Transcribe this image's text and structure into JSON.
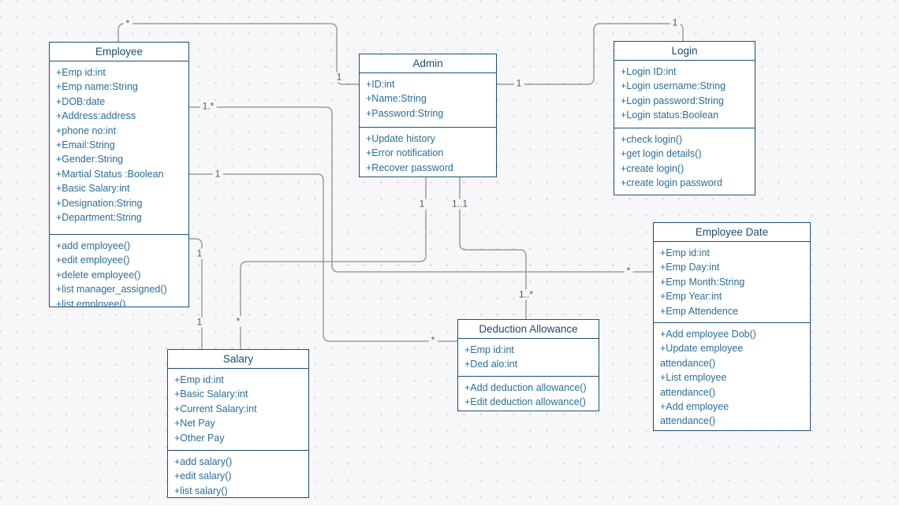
{
  "diagram": {
    "type": "uml-class-diagram",
    "classes": [
      {
        "title": "Employee",
        "attributes": [
          "+Emp id:int",
          "+Emp name:String",
          "+DOB:date",
          "+Address:address",
          "+phone no:int",
          "+Email:String",
          "+Gender:String",
          "+Martial Status :Boolean",
          "+Basic Salary:int",
          "+Designation:String",
          "+Department:String"
        ],
        "methods": [
          "+add employee()",
          "+edit employee()",
          "+delete employee()",
          "+list manager_assigned()",
          "+list employee()"
        ]
      },
      {
        "title": "Admin",
        "attributes": [
          "+ID:int",
          "+Name:String",
          "+Password:String"
        ],
        "methods": [
          "+Update history",
          "+Error notification",
          "+Recover password"
        ]
      },
      {
        "title": "Login",
        "attributes": [
          "+Login ID:int",
          "+Login username:String",
          "+Login password:String",
          "+Login status:Boolean"
        ],
        "methods": [
          "+check login()",
          "+get login details()",
          "+create login()",
          "+create login password"
        ]
      },
      {
        "title": "Employee Date",
        "attributes": [
          "+Emp id:int",
          "+Emp Day:int",
          "+Emp Month:String",
          "+Emp Year:int",
          "+Emp Attendence"
        ],
        "methods": [
          "+Add employee Dob()",
          "+Update employee attendance()",
          "+List employee attendance()",
          "+Add employee attendance()"
        ]
      },
      {
        "title": "Deduction Allowance",
        "attributes": [
          "+Emp id:int",
          "+Ded alo:int"
        ],
        "methods": [
          "+Add deduction allowance()",
          "+Edit deduction allowance()"
        ]
      },
      {
        "title": "Salary",
        "attributes": [
          "+Emp id:int",
          "+Basic Salary:int",
          "+Current Salary:int",
          "+Net Pay",
          "+Other Pay"
        ],
        "methods": [
          "+add salary()",
          "+edit salary()",
          "+list salary()"
        ]
      }
    ],
    "associations": [
      {
        "from": "Employee",
        "to": "Admin",
        "from_label": "*",
        "to_label": "1"
      },
      {
        "from": "Admin",
        "to": "Login",
        "from_label": "1",
        "to_label": "1"
      },
      {
        "from": "Employee",
        "to": "Employee Date",
        "from_label": "1.*",
        "to_label": "*"
      },
      {
        "from": "Employee",
        "to": "Deduction Allowance",
        "from_label": "1",
        "to_label": "*"
      },
      {
        "from": "Admin",
        "to": "Salary",
        "from_label": "1",
        "to_label": "*"
      },
      {
        "from": "Admin",
        "to": "Deduction Allowance",
        "from_label": "1..1",
        "to_label": "1..*"
      },
      {
        "from": "Employee",
        "to": "Salary",
        "from_label": "1",
        "to_label": "1"
      }
    ],
    "colors": {
      "class_border": "#1d4e74",
      "class_title_text": "#1b4c72",
      "member_text": "#2a6d99",
      "connector_line": "#9b9ba1",
      "multiplicity_text": "#4d5a66",
      "canvas_background": "#f7f7f9"
    }
  }
}
